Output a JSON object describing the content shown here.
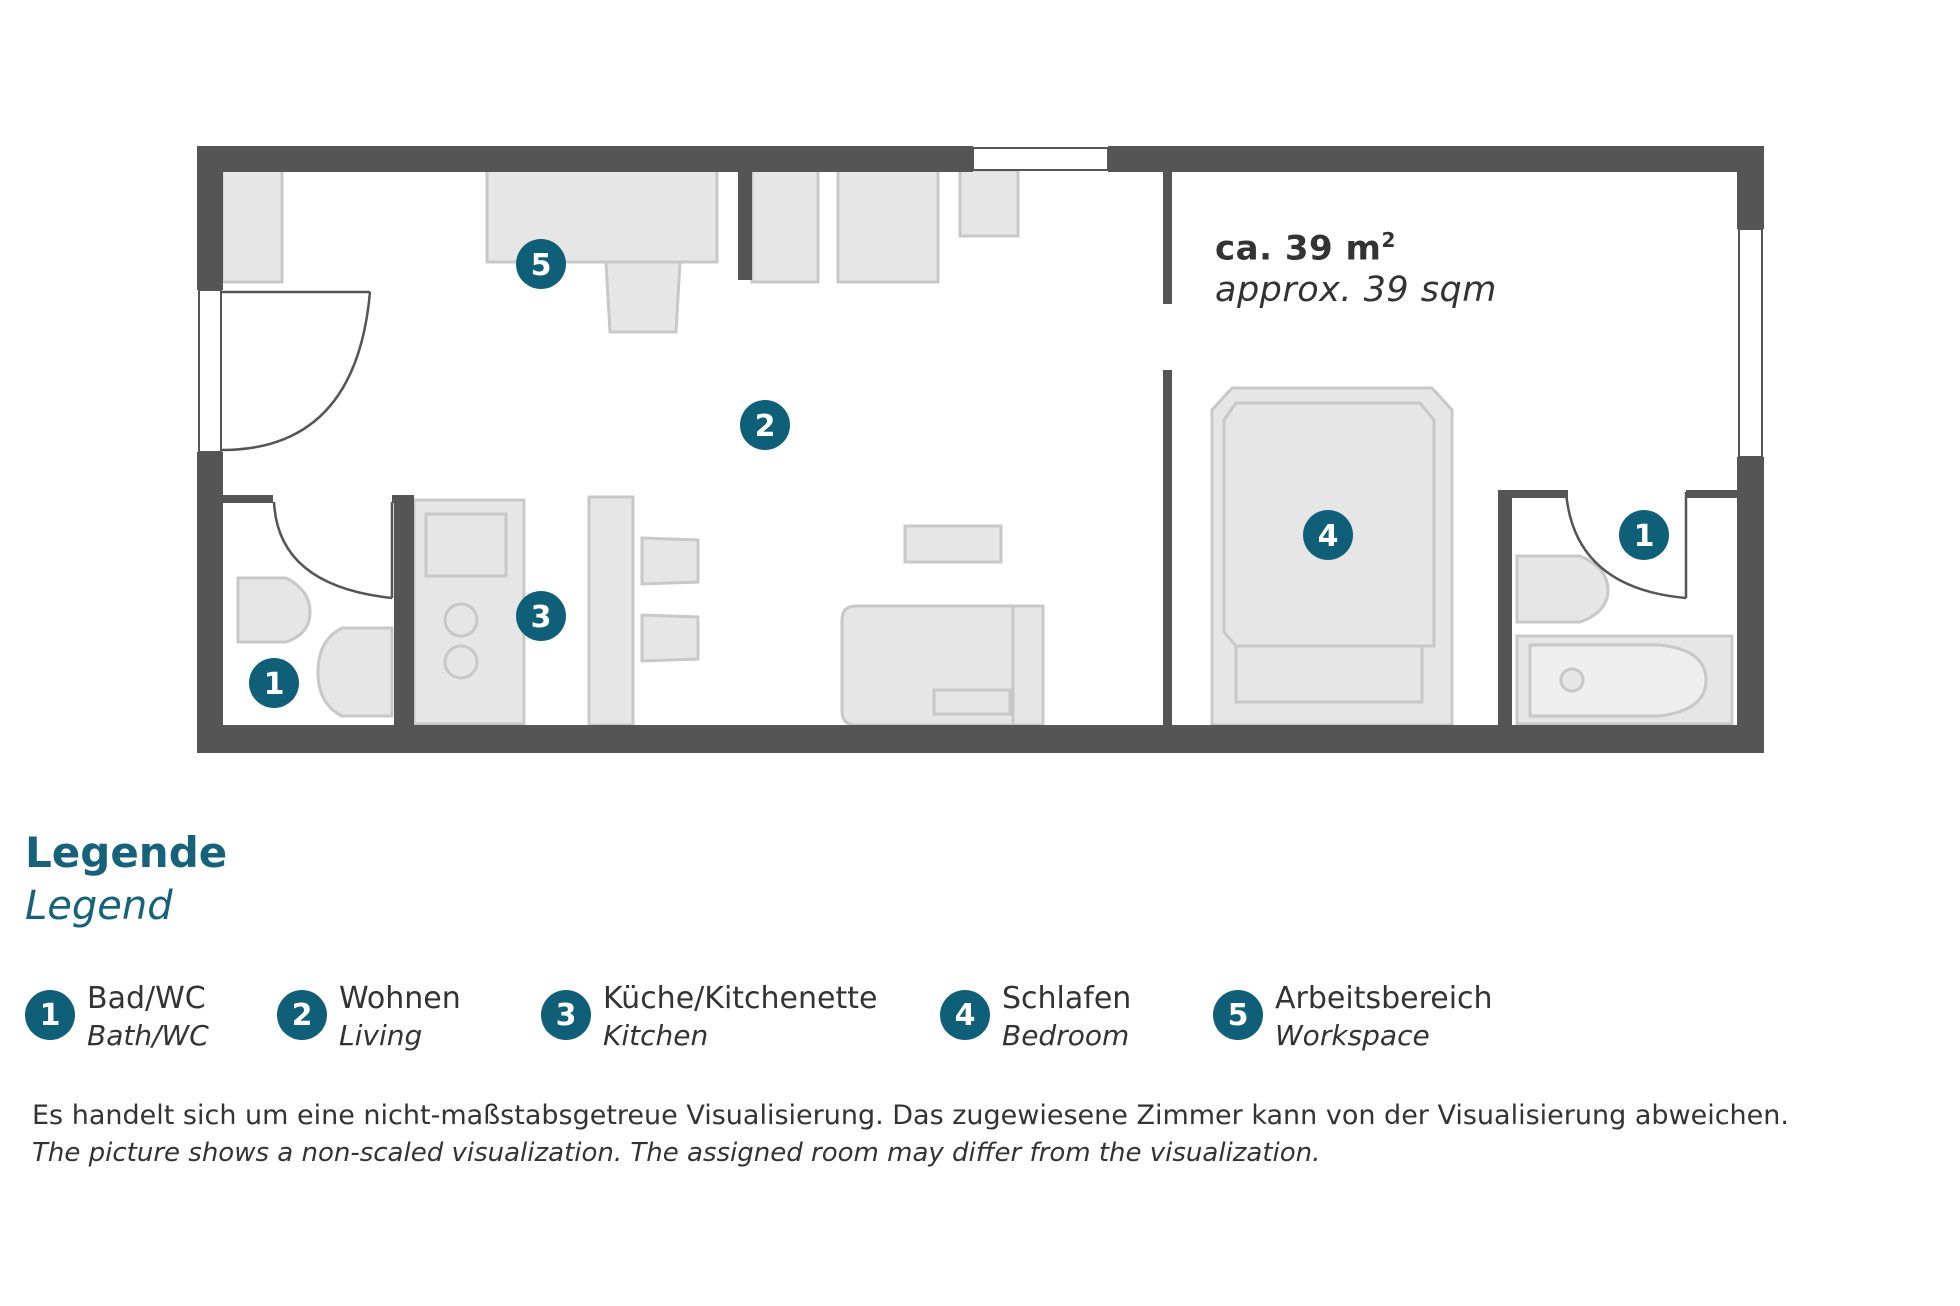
{
  "floor_plan": {
    "area_de": "ca. 39 m",
    "area_sup": "2",
    "area_en": "approx. 39 sqm",
    "wall_color": "#555555",
    "furniture_fill": "#e6e6e6",
    "furniture_stroke": "#c8c8c8",
    "badge_color": "#0f5f79",
    "room_markers": [
      "5",
      "2",
      "3",
      "1",
      "4",
      "1"
    ]
  },
  "legend": {
    "title_de": "Legende",
    "title_en": "Legend",
    "title_color": "#16627a",
    "items": [
      {
        "number": "1",
        "de": "Bad/WC",
        "en": "Bath/WC"
      },
      {
        "number": "2",
        "de": "Wohnen",
        "en": "Living"
      },
      {
        "number": "3",
        "de": "Küche/Kitchenette",
        "en": "Kitchen"
      },
      {
        "number": "4",
        "de": "Schlafen",
        "en": "Bedroom"
      },
      {
        "number": "5",
        "de": "Arbeitsbereich",
        "en": "Workspace"
      }
    ]
  },
  "disclaimer": {
    "de": "Es handelt sich um eine nicht-maßstabsgetreue Visualisierung. Das zugewiesene Zimmer kann von der Visualisierung abweichen.",
    "en": "The picture shows a non-scaled visualization. The assigned room may differ from the visualization."
  }
}
